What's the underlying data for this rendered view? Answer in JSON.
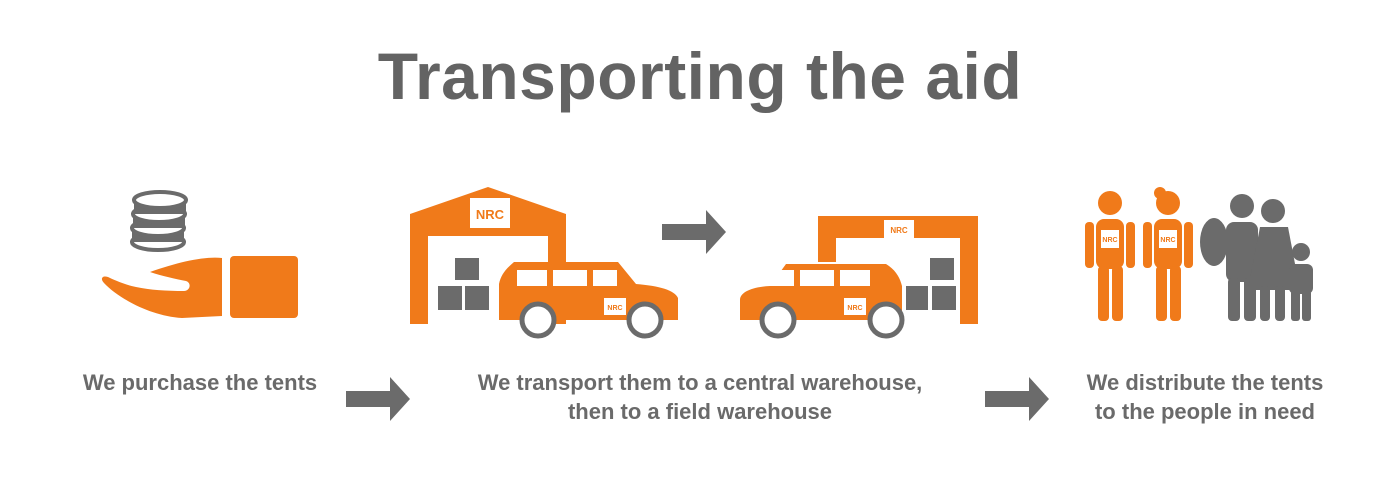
{
  "title": "Transporting the aid",
  "colors": {
    "accent": "#f07a1a",
    "text": "#636363",
    "icon_gray": "#6b6b6b"
  },
  "logo_text": "NRC",
  "steps": [
    {
      "icon": "hand-with-coins-icon",
      "line1": "We purchase the tents",
      "line2": ""
    },
    {
      "icon": "warehouse-and-truck-icon",
      "line1": "We transport them to a central warehouse,",
      "line2": "then to a field warehouse"
    },
    {
      "icon": "people-family-icon",
      "line1": "We distribute the tents",
      "line2": "to the people in need"
    }
  ],
  "arrows": [
    "arrow-right-icon",
    "arrow-right-icon",
    "arrow-right-icon"
  ]
}
